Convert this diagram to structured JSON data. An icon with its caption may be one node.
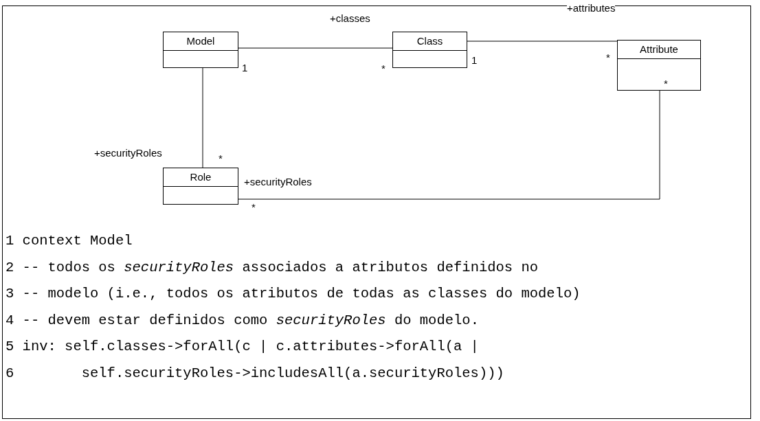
{
  "diagram": {
    "nodes": [
      {
        "text": [
          "Model"
        ]
      },
      {
        "text": [
          "Class"
        ]
      },
      {
        "text": [
          "Attribute"
        ]
      },
      {
        "text": [
          "Role"
        ]
      }
    ],
    "edges": [
      {
        "from": 0,
        "to": 1,
        "arrow": "none"
      },
      {
        "from": 1,
        "to": 2,
        "arrow": "none"
      },
      {
        "from": 0,
        "to": 3,
        "arrow": "none"
      },
      {
        "from": 3,
        "to": 2,
        "arrow": "none"
      }
    ],
    "labels": [
      "+classes",
      "+attributes",
      "1",
      "*",
      "1",
      "*",
      "*",
      "+securityRoles",
      "*",
      "+securityRoles",
      "*",
      "1 context Model",
      "2 -- todos os *securityRoles* associados a atributos definidos no",
      "3 -- modelo (i.e., todos os atributos de todas as classes do modelo)",
      "4 -- devem estar definidos como *securityRoles* do modelo.",
      "5 inv: self.classes->forAll(c | c.attributes->forAll(a |",
      "6        self.securityRoles->includesAll(a.securityRoles)))"
    ]
  }
}
